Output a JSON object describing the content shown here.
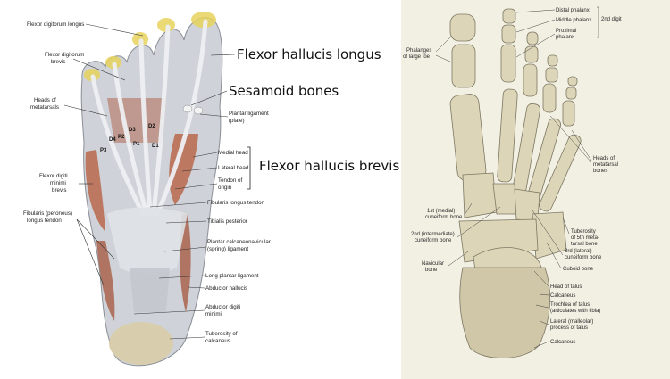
{
  "left_panel": {
    "labels": [
      "Flexor digitorum longus",
      "Flexor digitorum brevis",
      "Heads of metatarsals",
      "Flexor digiti minimi brevis",
      "Fibularis (peroneus) longus tendon",
      "Plantar ligament (plate)",
      "Medial head",
      "Lateral head",
      "Tendon of origin",
      "Fibularis longus tendon",
      "Tibialis posterior",
      "Plantar calcaneonavicular (spring) ligament",
      "Long plantar ligament",
      "Abductor hallucis",
      "Abductor digiti minimi",
      "Tuberosity of calcaneus"
    ],
    "callouts": [
      "Flexor hallucis longus",
      "Sesamoid bones",
      "Flexor hallucis brevis"
    ],
    "interosseous_marks": [
      "D4",
      "P2",
      "D3",
      "D2",
      "P3",
      "P1",
      "D1"
    ]
  },
  "right_panel": {
    "labels": [
      "Distal phalanx",
      "Middle phalanx",
      "Proximal phalanx",
      "2nd digit",
      "Phalanges of large toe",
      "Heads of metatarsal bones",
      "1st (medial) cuneiform bone",
      "2nd (intermediate) cuneiform bone",
      "Tuberosity of 5th metatarsal bone",
      "3rd (lateral) cuneiform bone",
      "Navicular bone",
      "Cuboid bone",
      "Head of talus",
      "Calcaneus",
      "Trochlea of talus (articulates with tibia)",
      "Lateral (malleolar) process of talus",
      "Calcaneus"
    ]
  },
  "colors": {
    "bone": "#ddd5b8",
    "tendon": "#c9ccd4",
    "muscle": "#b8674a",
    "fat": "#e6d25c",
    "plate_bg": "#f2f0e3"
  }
}
